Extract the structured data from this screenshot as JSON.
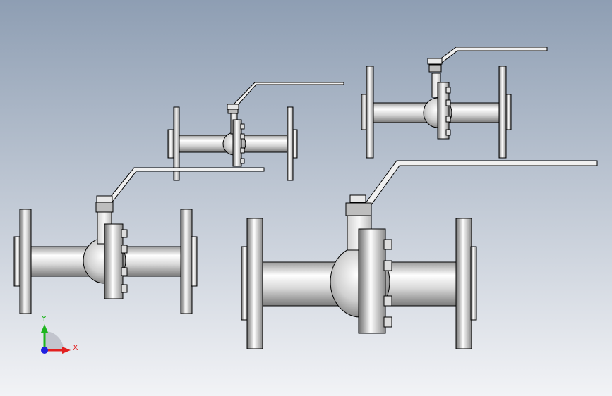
{
  "viewport": {
    "background_top": "#8e9eb3",
    "background_bottom": "#f2f3f6"
  },
  "model": {
    "parts": [
      "ball-valve-small-center",
      "ball-valve-small-right",
      "ball-valve-medium-left",
      "ball-valve-large"
    ]
  },
  "triad": {
    "x_label": "X",
    "y_label": "Y",
    "x_color": "#e22020",
    "y_color": "#1db51d",
    "z_color": "#2020e0"
  }
}
